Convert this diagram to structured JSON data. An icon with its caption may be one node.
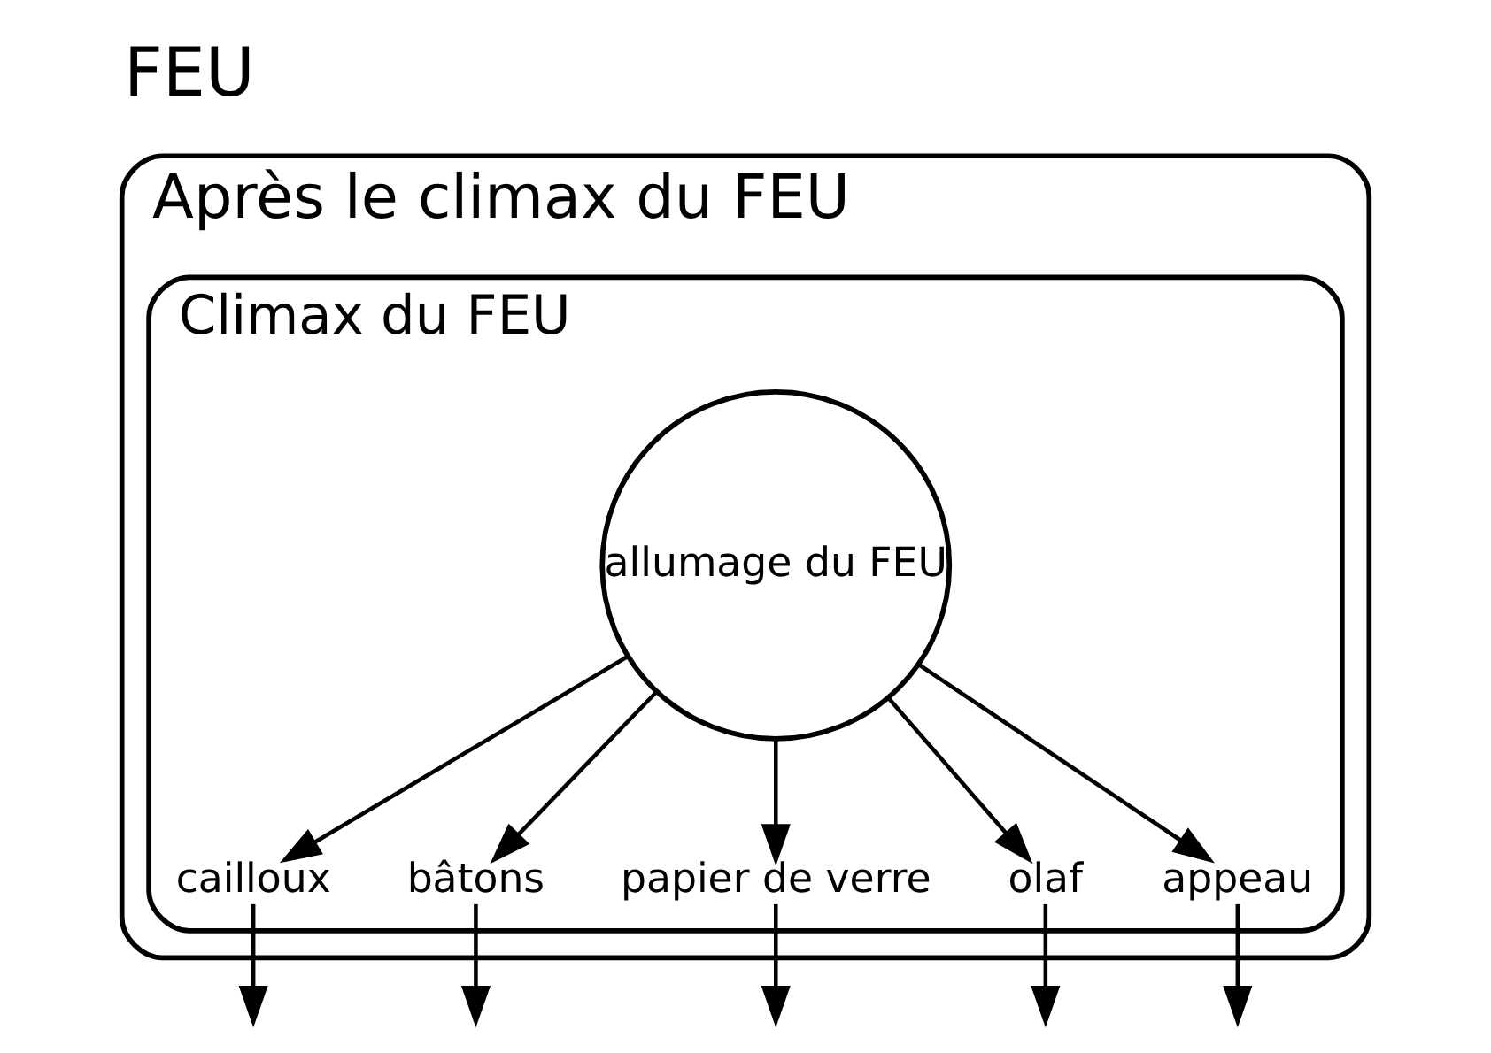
{
  "diagram": {
    "title": "FEU",
    "nodes": [
      {
        "text": [
          "Après le climax du FEU"
        ]
      },
      {
        "text": [
          "Climax du FEU"
        ],
        "in": 0
      },
      {
        "text": [
          "allumage du FEU"
        ],
        "in": 1
      },
      {
        "text": [
          "cailloux"
        ],
        "in": 1
      },
      {
        "text": [
          "bâtons"
        ],
        "in": 1
      },
      {
        "text": [
          "papier de verre"
        ],
        "in": 1
      },
      {
        "text": [
          "olaf"
        ],
        "in": 1
      },
      {
        "text": [
          "appeau"
        ],
        "in": 1
      }
    ],
    "edges": [
      {
        "from": 2,
        "to": 3,
        "arrow": "to"
      },
      {
        "from": 2,
        "to": 4,
        "arrow": "to"
      },
      {
        "from": 2,
        "to": 5,
        "arrow": "to"
      },
      {
        "from": 2,
        "to": 6,
        "arrow": "to"
      },
      {
        "from": 2,
        "to": 7,
        "arrow": "to"
      },
      {
        "from": 3,
        "to": null,
        "arrow": "to"
      },
      {
        "from": 4,
        "to": null,
        "arrow": "to"
      },
      {
        "from": 5,
        "to": null,
        "arrow": "to"
      },
      {
        "from": 6,
        "to": null,
        "arrow": "to"
      },
      {
        "from": 7,
        "to": null,
        "arrow": "to"
      }
    ]
  }
}
